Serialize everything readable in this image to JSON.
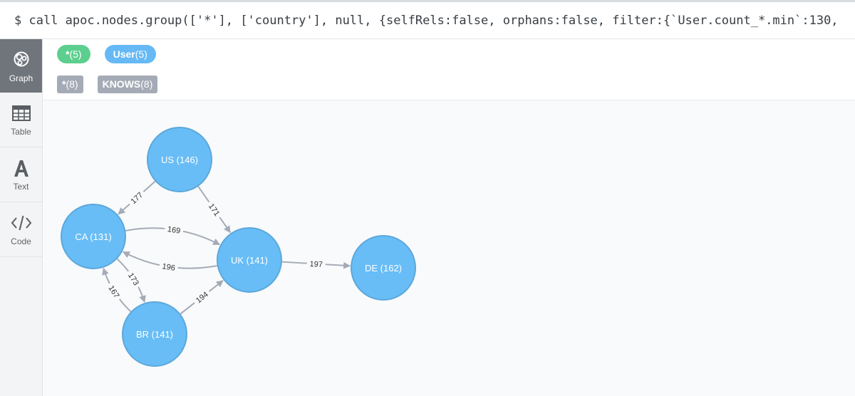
{
  "command": "$ call apoc.nodes.group(['*'], ['country'], null, {selfRels:false, orphans:false, filter:{`User.count_*.min`:130,",
  "sidebar": {
    "items": [
      {
        "label": "Graph",
        "icon": "graph-icon"
      },
      {
        "label": "Table",
        "icon": "table-icon"
      },
      {
        "label": "Text",
        "icon": "text-icon"
      },
      {
        "label": "Code",
        "icon": "code-icon"
      }
    ]
  },
  "legend": {
    "node_labels": [
      {
        "name": "*",
        "count": "(5)",
        "color": "#5ccf8e"
      },
      {
        "name": "User",
        "count": "(5)",
        "color": "#66b9f5"
      }
    ],
    "rel_types": [
      {
        "name": "*",
        "count": "(8)",
        "color": "#a5abb6"
      },
      {
        "name": "KNOWS",
        "count": "(8)",
        "color": "#a5abb6"
      }
    ]
  },
  "graph": {
    "node_fill": "#68bdf6",
    "node_stroke": "#5ca8db",
    "edge_color": "#a5abb6",
    "nodes": [
      {
        "id": "US",
        "label": "US (146)"
      },
      {
        "id": "CA",
        "label": "CA (131)"
      },
      {
        "id": "UK",
        "label": "UK (141)"
      },
      {
        "id": "DE",
        "label": "DE (162)"
      },
      {
        "id": "BR",
        "label": "BR (141)"
      }
    ],
    "edges": [
      {
        "from": "US",
        "to": "CA",
        "label": "177"
      },
      {
        "from": "US",
        "to": "UK",
        "label": "171"
      },
      {
        "from": "UK",
        "to": "CA",
        "label": "196"
      },
      {
        "from": "CA",
        "to": "UK",
        "label": "169"
      },
      {
        "from": "UK",
        "to": "DE",
        "label": "197"
      },
      {
        "from": "CA",
        "to": "BR",
        "label": "173"
      },
      {
        "from": "BR",
        "to": "CA",
        "label": "167"
      },
      {
        "from": "BR",
        "to": "UK",
        "label": "194"
      }
    ]
  }
}
